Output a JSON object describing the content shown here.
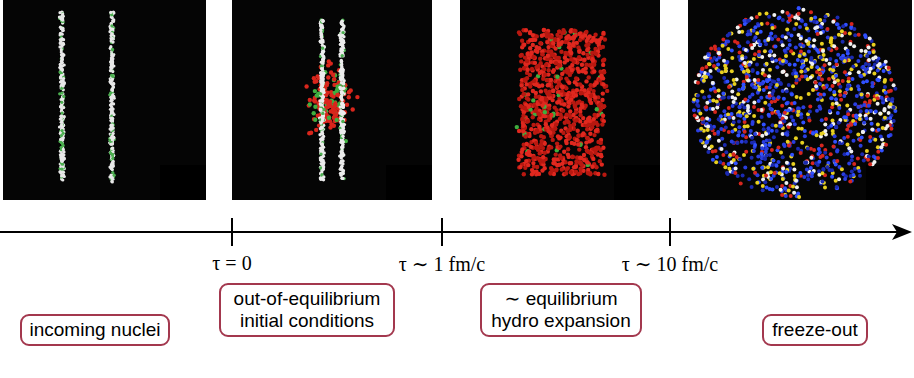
{
  "diagram": {
    "nodes": [
      {
        "text": [
          "incoming nuclei"
        ]
      },
      {
        "text": [
          "out-of-equilibrium initial conditions"
        ]
      },
      {
        "text": [
          "∼ equilibrium hydro expansion"
        ]
      },
      {
        "text": [
          "freeze-out"
        ]
      }
    ],
    "labels": [
      "τ = 0",
      "τ ∼ 1 fm/c",
      "τ ∼ 10 fm/c"
    ]
  }
}
